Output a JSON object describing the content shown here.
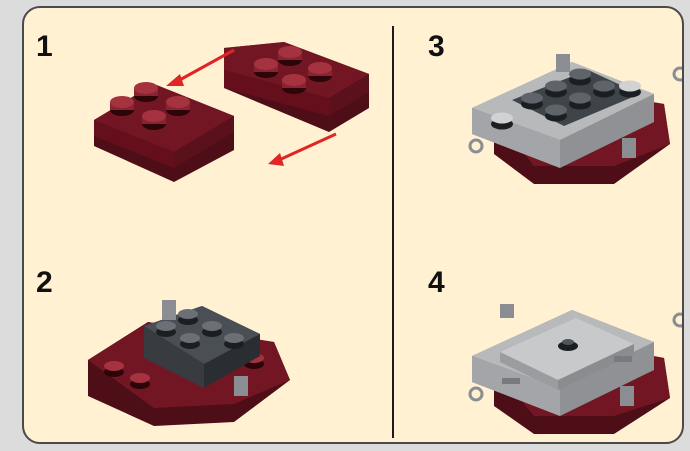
{
  "instruction_sheet": {
    "steps": [
      {
        "number": "1"
      },
      {
        "number": "2"
      },
      {
        "number": "3"
      },
      {
        "number": "4"
      }
    ]
  },
  "colors": {
    "background": "#fff1d2",
    "outer_background": "#dcdcdc",
    "border": "#4a4a4a",
    "divider": "#1b1b1b",
    "dark_red_brick": "#6b1420",
    "dark_gray_brick": "#3f4449",
    "light_gray_brick": "#b7b9bb",
    "arrow": "#e02525"
  }
}
